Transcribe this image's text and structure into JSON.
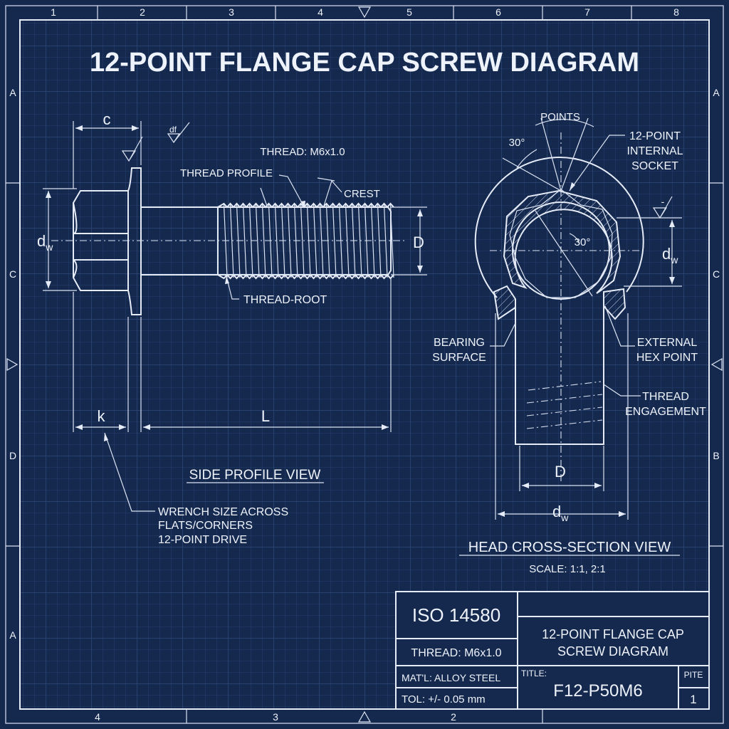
{
  "title": "12-POINT FLANGE CAP SCREW DIAGRAM",
  "border": {
    "top_zones": [
      "1",
      "2",
      "3",
      "4",
      "5",
      "6",
      "7",
      "8"
    ],
    "bottom_zones": [
      "4",
      "3",
      "2"
    ],
    "left_zones": [
      "A",
      "C",
      "D",
      "A"
    ],
    "right_zones": [
      "A",
      "C",
      "B"
    ]
  },
  "side_view": {
    "label": "SIDE PROFILE VIEW",
    "dim_c": "c",
    "dim_df": "df",
    "thread_spec": "THREAD: M6x1.0",
    "thread_profile": "THREAD PROFILE",
    "crest": "CREST",
    "thread_root": "THREAD-ROOT",
    "dim_dw": "d",
    "dim_dw_sub": "w",
    "dim_D": "D",
    "dim_k": "k",
    "dim_L": "L",
    "wrench_note": [
      "WRENCH SIZE ACROSS",
      "FLATS/CORNERS",
      "12-POINT DRIVE"
    ]
  },
  "section_view": {
    "label": "HEAD CROSS-SECTION VIEW",
    "scale": "SCALE: 1:1, 2:1",
    "points": "POINTS",
    "angle_top": "30°",
    "angle_inner": "30°",
    "socket": [
      "12-POINT",
      "INTERNAL",
      "SOCKET"
    ],
    "bearing": [
      "BEARING",
      "SURFACE"
    ],
    "hex_point": [
      "EXTERNAL",
      "HEX POINT"
    ],
    "engagement": [
      "THREAD",
      "ENGAGEMENT"
    ],
    "dim_dw": "d",
    "dim_dw_sub": "w",
    "dim_D": "D",
    "dim_dw_bottom": "d",
    "dim_dw_bottom_sub": "w",
    "tick_mark": "-"
  },
  "title_block": {
    "standard": "ISO 14580",
    "thread": "THREAD: M6x1.0",
    "material": "MAT'L: ALLOY STEEL",
    "tolerance": "TOL: +/- 0.05 mm",
    "drawing_title": [
      "12-POINT FLANGE CAP",
      "SCREW DIAGRAM"
    ],
    "title_label": "TITLE:",
    "part_number": "F12-P50M6",
    "sheet_label": "PITE",
    "sheet_number": "1"
  },
  "colors": {
    "background": "#15294f",
    "grid": "#2c4577",
    "lines": "#e6ecf7"
  }
}
